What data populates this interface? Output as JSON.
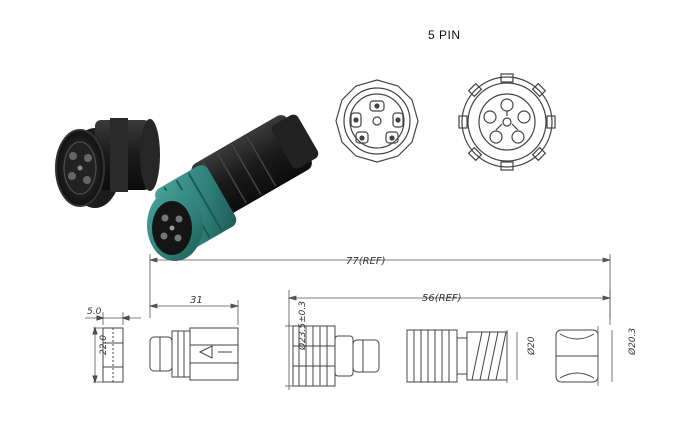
{
  "title": "5 PIN",
  "dimensions": {
    "overall_length": "77(REF)",
    "body_length": "56(REF)",
    "socket_length": "31",
    "flange_thickness": "5.0",
    "flange_height": "22.0",
    "body_diameter": "Ø23.5±0.3",
    "clamp_diameter": "Ø20",
    "nut_diameter": "Ø20.3"
  },
  "colors": {
    "connector_body": "#1c1c1c",
    "connector_accent": "#2f7f78",
    "line_drawing": "#444444"
  }
}
